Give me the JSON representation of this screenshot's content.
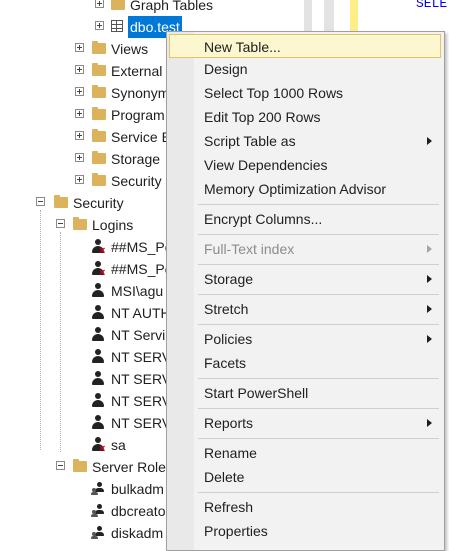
{
  "tree": {
    "graph_tables": "Graph Tables",
    "dbo_test": "dbo.test",
    "views": "Views",
    "external": "External",
    "synonyms": "Synonym",
    "programmability": "Program",
    "service_broker": "Service B",
    "storage": "Storage",
    "security_db": "Security",
    "security": "Security",
    "logins": "Logins",
    "login_items": [
      "##MS_Po",
      "##MS_Po",
      "MSI\\agu",
      "NT AUTH",
      "NT Servi",
      "NT SERV",
      "NT SERV",
      "NT SERV",
      "NT SERV",
      "sa"
    ],
    "server_roles": "Server Role",
    "role_items": [
      "bulkadm",
      "dbcreato",
      "diskadm"
    ]
  },
  "editor": {
    "keyword": "SELE"
  },
  "menu": {
    "new_table": "New Table...",
    "design": "Design",
    "select_top": "Select Top 1000 Rows",
    "edit_top": "Edit Top 200 Rows",
    "script_table": "Script Table as",
    "view_deps": "View Dependencies",
    "mem_opt": "Memory Optimization Advisor",
    "encrypt": "Encrypt Columns...",
    "fulltext": "Full-Text index",
    "storage": "Storage",
    "stretch": "Stretch",
    "policies": "Policies",
    "facets": "Facets",
    "powershell": "Start PowerShell",
    "reports": "Reports",
    "rename": "Rename",
    "delete": "Delete",
    "refresh": "Refresh",
    "properties": "Properties"
  },
  "colors": {
    "selection": "#0078d7",
    "highlight": "#fdf7cf",
    "highlight_border": "#e5c365",
    "folder": "#dcb35c",
    "keyword": "#0000ff"
  }
}
